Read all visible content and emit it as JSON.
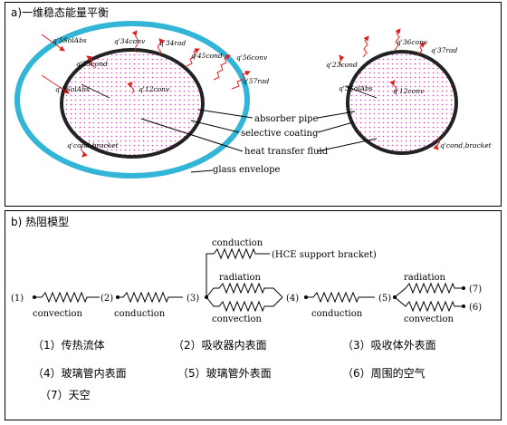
{
  "panel_a": {
    "title": "a)一维稳态能量平衡",
    "heat_labels_left": [
      "q'5SolAbs",
      "q'34conv",
      "q'34rad",
      "q'45cond",
      "q'56conv",
      "q'57rad",
      "q'23cond",
      "q'3SolAbs",
      "q'12conv",
      "q'cond,bracket"
    ],
    "heat_labels_right": [
      "q'36conv",
      "q'37rad",
      "q'23cond",
      "q'3SolAbs",
      "q'12conv",
      "q'cond,bracket"
    ],
    "callouts": [
      "absorber pipe",
      "selective coating",
      "heat transfer fluid",
      "glass envelope"
    ],
    "colors": {
      "glass": "#33b5d8",
      "fluid_dots": "#ff33bb",
      "arrow": "#e02020"
    }
  },
  "panel_b": {
    "title": "b) 热阻模型",
    "nodes": [
      "(1)",
      "(2)",
      "(3)",
      "(4)",
      "(5)",
      "(6)",
      "(7)"
    ],
    "labels": {
      "convection1": "convection",
      "conduction1": "conduction",
      "conduction_top": "conduction",
      "hce_bracket": "(HCE support bracket)",
      "radiation1": "radiation",
      "convection2": "convection",
      "conduction2": "conduction",
      "radiation2": "radiation",
      "convection3": "convection"
    },
    "legend": [
      "（1）传热流体",
      "（2）吸收器内表面",
      "（3）吸收体外表面",
      "（4）玻璃管内表面",
      "（5）玻璃管外表面",
      "（6）周围的空气",
      "（7）天空"
    ]
  }
}
